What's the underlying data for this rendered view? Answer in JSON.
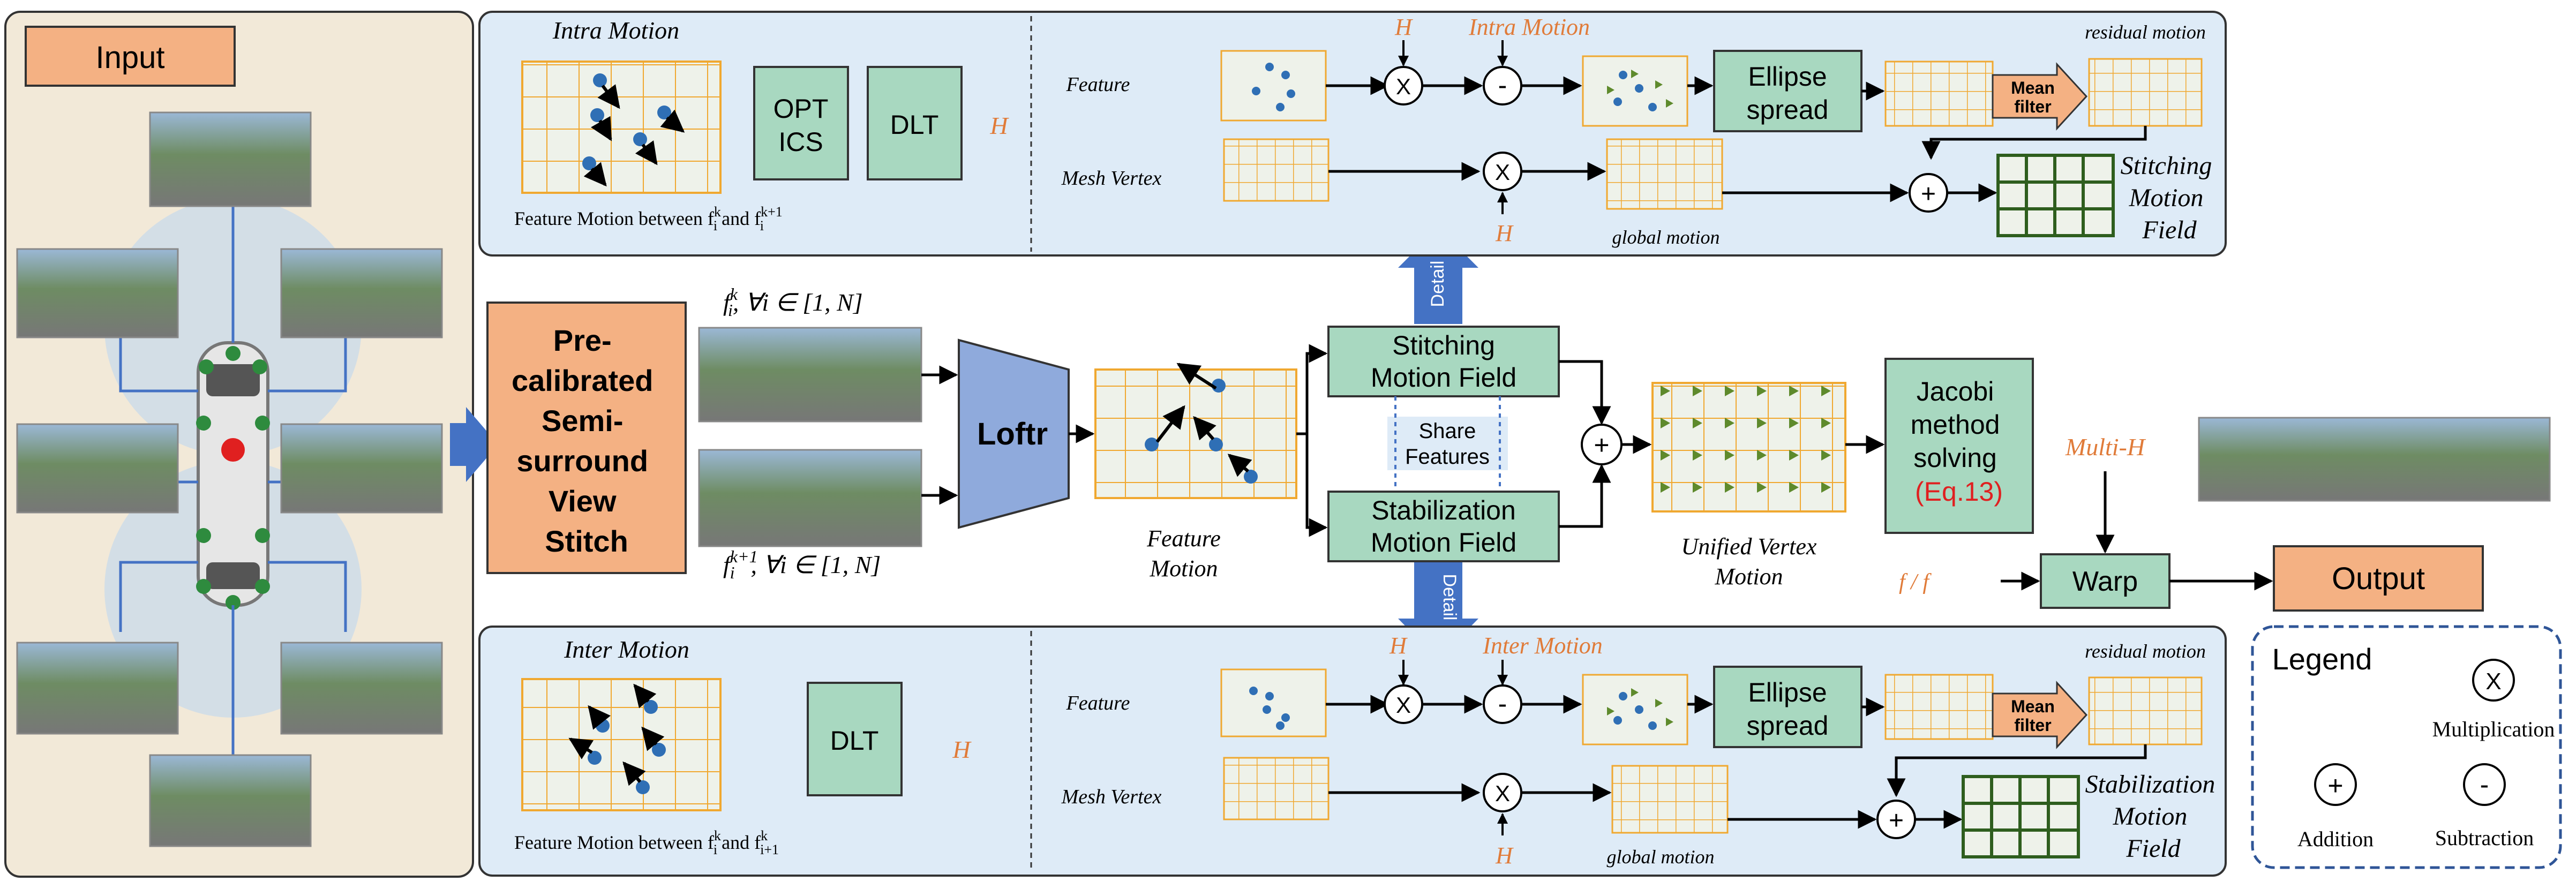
{
  "input": {
    "label": "Input"
  },
  "precalib": {
    "lines": [
      "Pre-",
      "calibrated",
      "Semi-",
      "surround",
      "View",
      "Stitch"
    ]
  },
  "frames": {
    "top_label": "f",
    "top_sup": "k",
    "top_sub": "i",
    "top_rest": ", ∀i ∈ [1, N]",
    "bottom_label": "f",
    "bottom_sup": "k+1",
    "bottom_sub": "i",
    "bottom_rest": ", ∀i ∈ [1, N]"
  },
  "loftr": {
    "label": "Loftr"
  },
  "feature_motion": {
    "line1": "Feature",
    "line2": "Motion"
  },
  "stitching_field": {
    "line1": "Stitching",
    "line2": "Motion Field"
  },
  "stabilization_field": {
    "line1": "Stabilization",
    "line2": "Motion Field"
  },
  "share": {
    "line1": "Share",
    "line2": "Features"
  },
  "unified": {
    "line1": "Unified Vertex",
    "line2": "Motion"
  },
  "jacobi": {
    "line1": "Jacobi",
    "line2": "method",
    "line3": "solving",
    "line4": "(Eq.13)"
  },
  "multi_h": "Multi-H",
  "warp": {
    "label": "Warp"
  },
  "warp_input": "f / f",
  "output": {
    "label": "Output"
  },
  "detail": "Detail",
  "intra": {
    "title": "Intra Motion",
    "opt1": "OPT",
    "opt2": "ICS",
    "dlt": "DLT",
    "h": "H",
    "caption": "Feature Motion between f",
    "caption_and": "and f",
    "feature": "Feature",
    "mesh": "Mesh Vertex",
    "h_top": "H",
    "motion_label": "Intra Motion",
    "h_bottom": "H",
    "ellipse1": "Ellipse",
    "ellipse2": "spread",
    "mean1": "Mean",
    "mean2": "filter",
    "residual": "residual motion",
    "global": "global motion",
    "field1": "Stitching",
    "field2": "Motion",
    "field3": "Field"
  },
  "inter": {
    "title": "Inter Motion",
    "dlt": "DLT",
    "h": "H",
    "caption": "Feature Motion between f",
    "caption_and": "and f",
    "feature": "Feature",
    "mesh": "Mesh Vertex",
    "h_top": "H",
    "motion_label": "Inter Motion",
    "h_bottom": "H",
    "ellipse1": "Ellipse",
    "ellipse2": "spread",
    "mean1": "Mean",
    "mean2": "filter",
    "residual": "residual motion",
    "global": "global motion",
    "field1": "Stabilization",
    "field2": "Motion",
    "field3": "Field"
  },
  "legend": {
    "title": "Legend",
    "multiplication": "Multiplication",
    "addition": "Addition",
    "subtraction": "Subtraction",
    "mult_symbol": "X",
    "add_symbol": "+",
    "sub_symbol": "-"
  },
  "colors": {
    "green_box": "#A8D8C0",
    "orange_box": "#F4B183",
    "blue_panel": "#DEEBF7",
    "input_panel": "#F2E9D8",
    "loftr": "#8FAADC",
    "accent_orange": "#E07B39"
  }
}
